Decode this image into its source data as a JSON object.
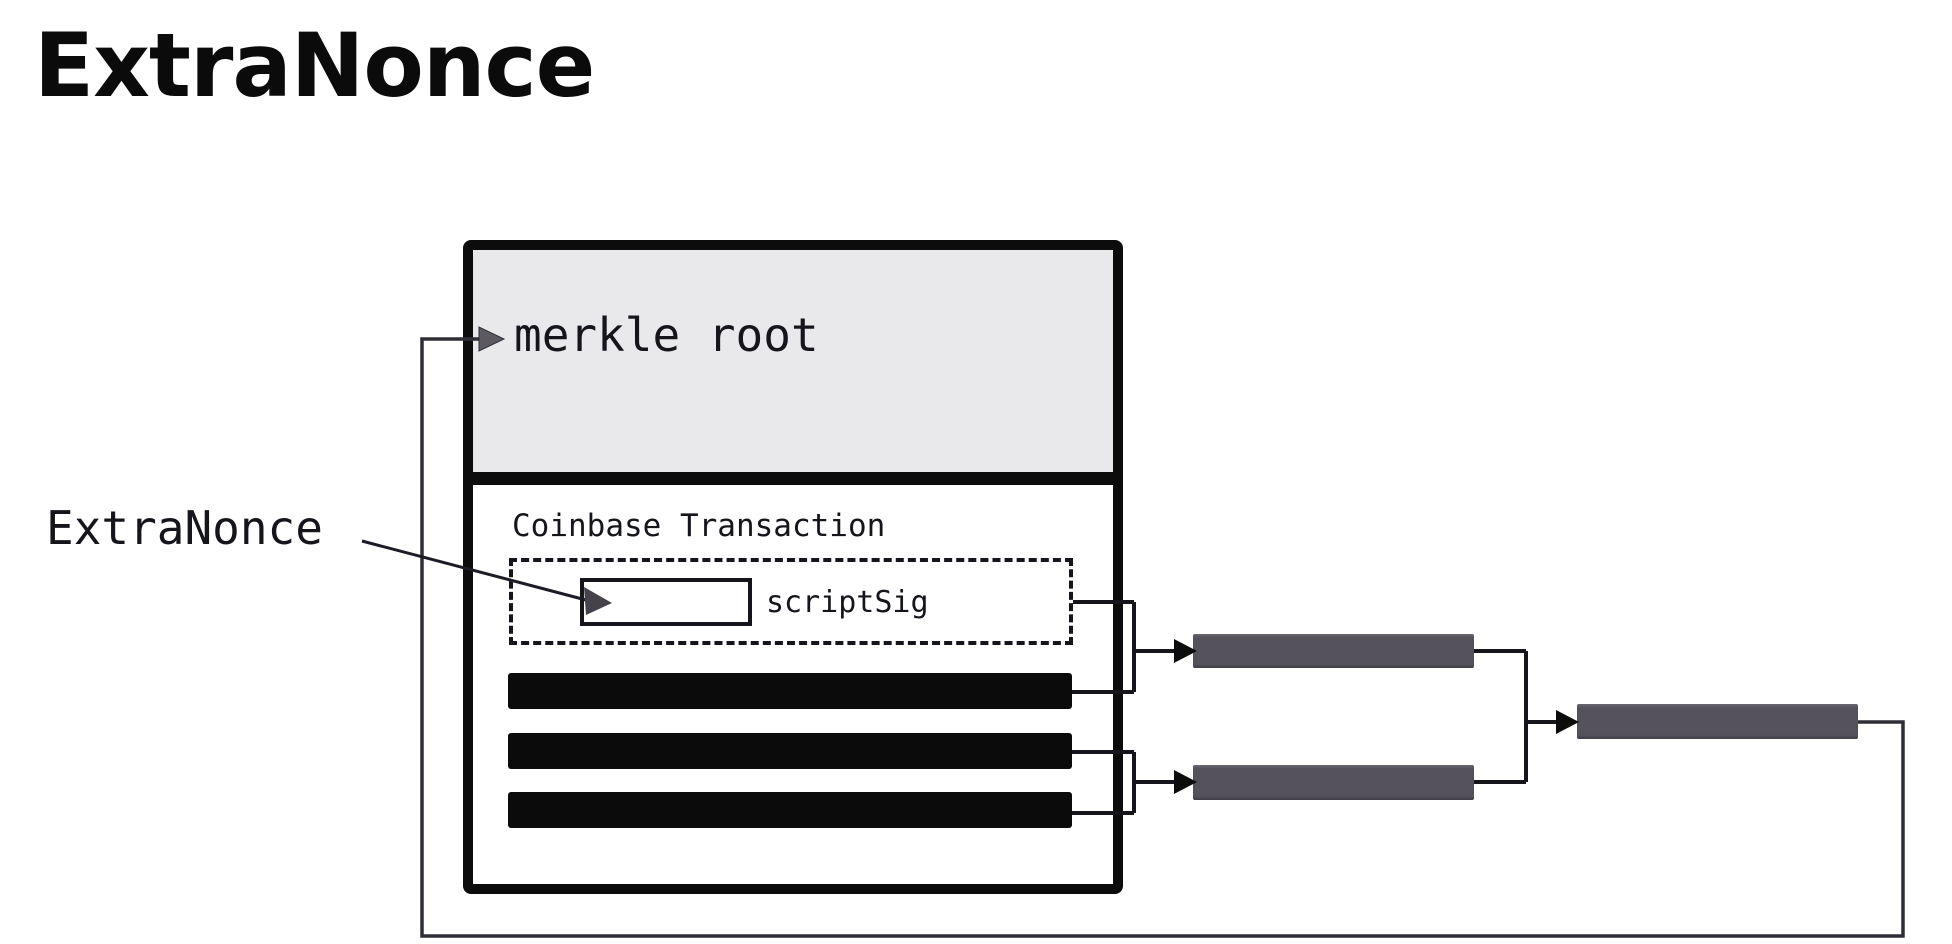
{
  "page": {
    "title": "ExtraNonce"
  },
  "diagram": {
    "extranonce_pointer_label": "ExtraNonce",
    "block": {
      "header_label": "merkle root",
      "coinbase_title": "Coinbase Transaction",
      "scriptsig_label": "scriptSig",
      "transaction_bar_count": 3
    },
    "merkle_tree": {
      "hash_bar_count": 3,
      "structure": "coinbase+tx1 -> hash1, tx2+tx3 -> hash2, hash1+hash2 -> root hash, root hash loops back to merkle root field"
    },
    "colors": {
      "header_gray": "#e9e9eb",
      "bar_black": "#0b0b0b",
      "hash_gray": "#55525c",
      "line_black": "#15151b",
      "loop_line": "#2e2e36",
      "gray_arrow": "#5c5a60",
      "dark_arrow": "#45424c"
    }
  }
}
